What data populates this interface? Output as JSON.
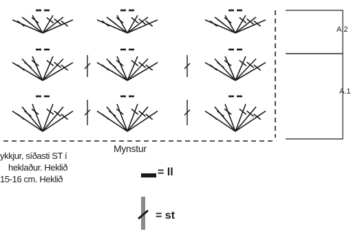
{
  "chart_labels": {
    "a2": "A.2",
    "a1": "A.1"
  },
  "side_text": [
    "ykkjur, síðasti ST í",
    "heklaður. Heklið",
    "15-16 cm. Heklið"
  ],
  "legend": {
    "title": "Mynstur",
    "items": [
      {
        "symbol": "chain-stitch-icon",
        "label": "= ll"
      },
      {
        "symbol": "treble-stitch-icon",
        "label": "= st"
      }
    ]
  },
  "grid": {
    "rows": 3,
    "cols": 3
  },
  "colors": {
    "ink": "#1a1a1a",
    "background": "#ffffff"
  }
}
